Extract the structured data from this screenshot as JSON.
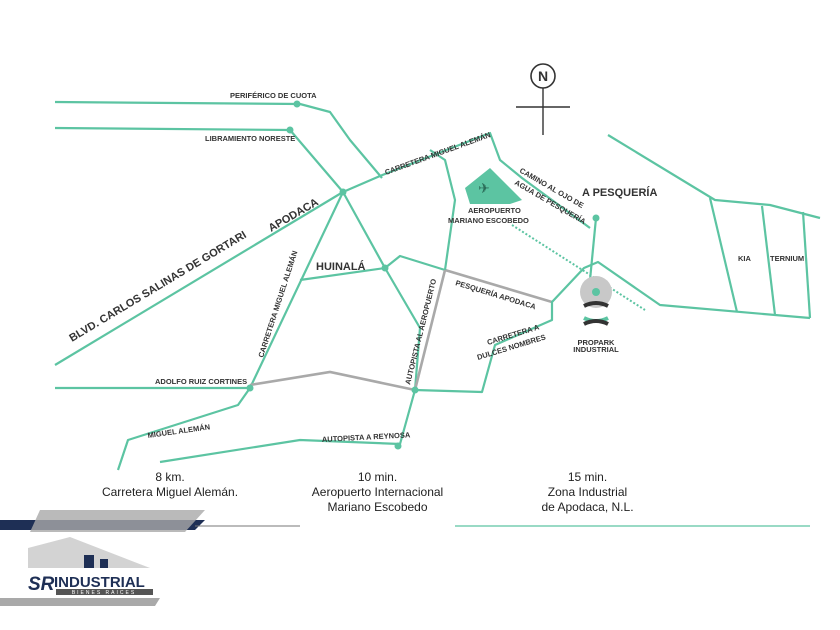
{
  "map": {
    "north": "N",
    "roads": {
      "periferico": "PERIFÉRICO DE CUOTA",
      "libramiento": "LIBRAMIENTO NORESTE",
      "miguel_aleman_north": "CARRETERA MIGUEL ALEMÁN",
      "camino_ojo_1": "CAMINO AL OJO DE",
      "camino_ojo_2": "AGUA DE PESQUERÍA",
      "blvd_salinas": "BLVD. CARLOS SALINAS DE GORTARI",
      "miguel_aleman_vertical": "CARRETERA MIGUEL ALEMÁN",
      "autopista_aeropuerto": "AUTOPISTA AL AEROPUERTO",
      "pesqueria_apodaca": "PESQUERÍA APODACA",
      "dulces_1": "CARRETERA A",
      "dulces_2": "DULCES NOMBRES",
      "adolfo": "ADOLFO RUIZ CORTINES",
      "miguel_aleman_south": "MIGUEL ALEMÁN",
      "reynosa": "AUTOPISTA A REYNOSA"
    },
    "places": {
      "apodaca": "APODACA",
      "huinala": "HUINALÁ",
      "pesqueria": "A PESQUERÍA",
      "airport_1": "AEROPUERTO",
      "airport_2": "MARIANO ESCOBEDO",
      "kia": "KIA",
      "ternium": "TERNIUM"
    },
    "propark": {
      "name": "PROPARK",
      "sub": "INDUSTRIAL"
    }
  },
  "distances": [
    {
      "value": "8 km.",
      "line1": "Carretera Miguel Alemán.",
      "line2": ""
    },
    {
      "value": "10 min.",
      "line1": "Aeropuerto Internacional",
      "line2": "Mariano Escobedo"
    },
    {
      "value": "15 min.",
      "line1": "Zona Industrial",
      "line2": "de Apodaca, N.L."
    }
  ],
  "logo": {
    "brand": "SR",
    "name": "INDUSTRIAL",
    "tagline": "BIENES RAICES"
  },
  "colors": {
    "road": "#5cc4a2",
    "navy": "#1e2f55",
    "gray": "#a9a9a9"
  }
}
